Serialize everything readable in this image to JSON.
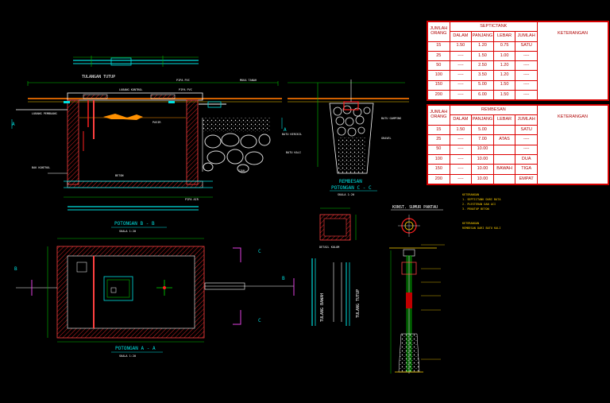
{
  "titles": {
    "tulangan_tutup": "TULANGAN TUTUP",
    "potongan_bb": "POTONGAN B - B",
    "potongan_aa": "POTONGAN A - A",
    "rembesan": "REMBESAN",
    "potongan_cc": "POTONGAN C - C",
    "detail_kolom": "DETAIL KOLOM",
    "tulang_bawah": "TULANG BAWAH",
    "tulang_tutup": "TULANG TUTUP",
    "konst_sumur": "KONST. SUMUR PANTAU",
    "skala": "SKALA 1:20"
  },
  "section_marks": {
    "a": "A",
    "b": "B",
    "c": "C"
  },
  "labels": {
    "lubang_kontrol": "LUBANG KONTROL",
    "pipa_pvc": "PIPA PVC",
    "pipa_plat": "PIPA PVC",
    "muka_tanah": "MUKA TANAH",
    "ijuk": "IJUK",
    "batu_kerikil": "BATU KERIKIL",
    "batu_kali": "BATU KALI",
    "batu_gamping": "BATU GAMPING",
    "bak_kontrol": "BAK KONTROL",
    "pasir": "PASIR",
    "beton": "BETON",
    "lubang_pembuang": "LUBANG PEMBUANG",
    "pipa_air": "PIPA AIR",
    "gravel": "GRAVEL"
  },
  "notes": [
    "KETERANGAN",
    "1. SEPTICTANK DARI BATA",
    "2. PLESTERAN DAN ACI",
    "3. PENUTUP BETON",
    "KETERANGAN",
    "REMBESAN DARI BATU KALI"
  ],
  "septictank_table": {
    "title": "SEPTICTANK",
    "col_jumlah_orang": "JUMLAH ORANG",
    "cols": [
      "DALAM",
      "PANJANG",
      "LEBAR",
      "JUMLAH"
    ],
    "keterangan": "KETERANGAN",
    "rows": [
      [
        "15",
        "1.50",
        "1.20",
        "0.75",
        "SATU"
      ],
      [
        "25",
        "----",
        "1.50",
        "1.00",
        "----"
      ],
      [
        "50",
        "----",
        "2.50",
        "1.20",
        "----"
      ],
      [
        "100",
        "----",
        "3.50",
        "1.20",
        "----"
      ],
      [
        "150",
        "----",
        "5.00",
        "1.50",
        "----"
      ],
      [
        "200",
        "----",
        "6.00",
        "1.50",
        "----"
      ]
    ]
  },
  "rembesan_table": {
    "title": "REMBESAN",
    "col_jumlah_orang": "JUMLAH ORANG",
    "cols": [
      "DALAM",
      "PANJANG",
      "LEBAR",
      "JUMLAH"
    ],
    "keterangan": "KETERANGAN",
    "rows": [
      [
        "15",
        "1.50",
        "5.00",
        "",
        "SATU"
      ],
      [
        "25",
        "----",
        "7.00",
        "ATAS",
        "----"
      ],
      [
        "50",
        "----",
        "10.00",
        "",
        "----"
      ],
      [
        "100",
        "----",
        "10.00",
        "",
        "DUA"
      ],
      [
        "150",
        "----",
        "10.00",
        "BAWAH",
        "TIGA"
      ],
      [
        "200",
        "----",
        "10.00",
        "",
        "EMPAT"
      ]
    ]
  }
}
